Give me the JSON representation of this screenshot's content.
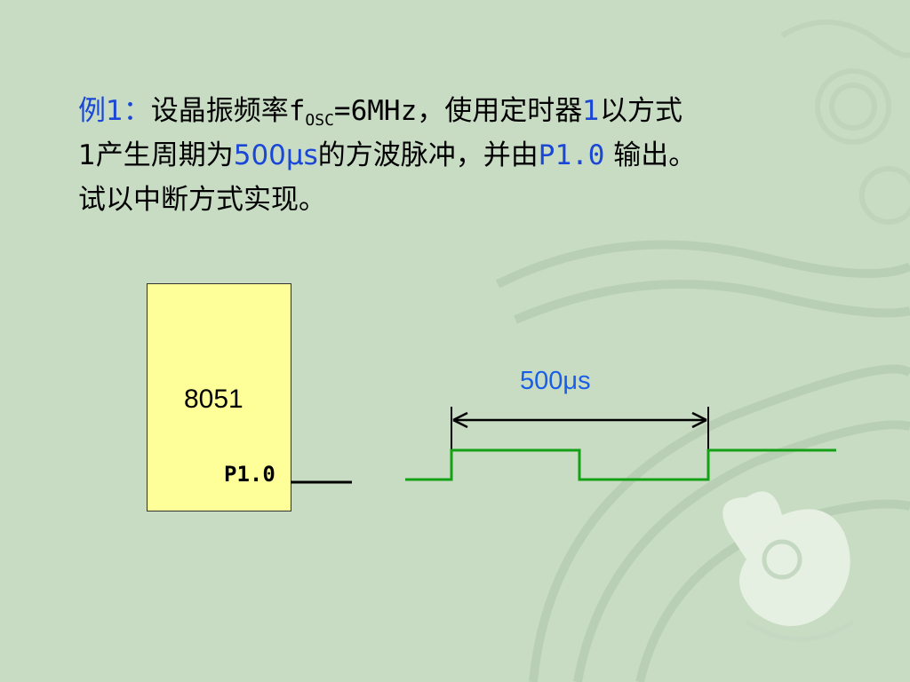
{
  "problem": {
    "label": "例1：",
    "line1_text": "设晶振频率",
    "f_letter": "f",
    "f_sub": "OSC",
    "freq": "=6MHz，使用定时器",
    "timer_num": "1",
    "mode_text": "以方式",
    "line2_mode": "1",
    "line2_text": "产生周期为",
    "period": "500μs",
    "line2_mid": "的方波脉冲，并由",
    "pin": "P1.0",
    "line2_end": " 输出。",
    "line3": "试以中断方式实现。"
  },
  "diagram": {
    "chip_name": "8051",
    "pin_label": "P1.0",
    "period_label": "500μs",
    "wave_color": "#14a014",
    "chip_color": "#ffff99",
    "label_color": "#1a5ee8"
  }
}
